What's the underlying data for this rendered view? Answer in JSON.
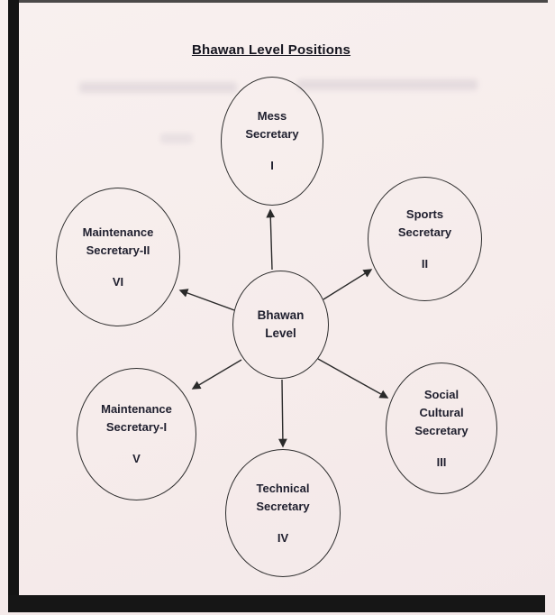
{
  "page": {
    "title": "Bhawan Level Positions"
  },
  "diagram": {
    "center_node": {
      "label": "Bhawan\nLevel"
    },
    "nodes": [
      {
        "name": "Mess Secretary",
        "label": "Mess\nSecretary",
        "numeral": "I"
      },
      {
        "name": "Sports Secretary",
        "label": "Sports\nSecretary",
        "numeral": "II"
      },
      {
        "name": "Social Cultural Secretary",
        "label": "Social\nCultural\nSecretary",
        "numeral": "III"
      },
      {
        "name": "Technical Secretary",
        "label": "Technical\nSecretary",
        "numeral": "IV"
      },
      {
        "name": "Maintenance Secretary-I",
        "label": "Maintenance\nSecretary-I",
        "numeral": "V"
      },
      {
        "name": "Maintenance Secretary-II",
        "label": "Maintenance\nSecretary-II",
        "numeral": "VI"
      }
    ]
  }
}
